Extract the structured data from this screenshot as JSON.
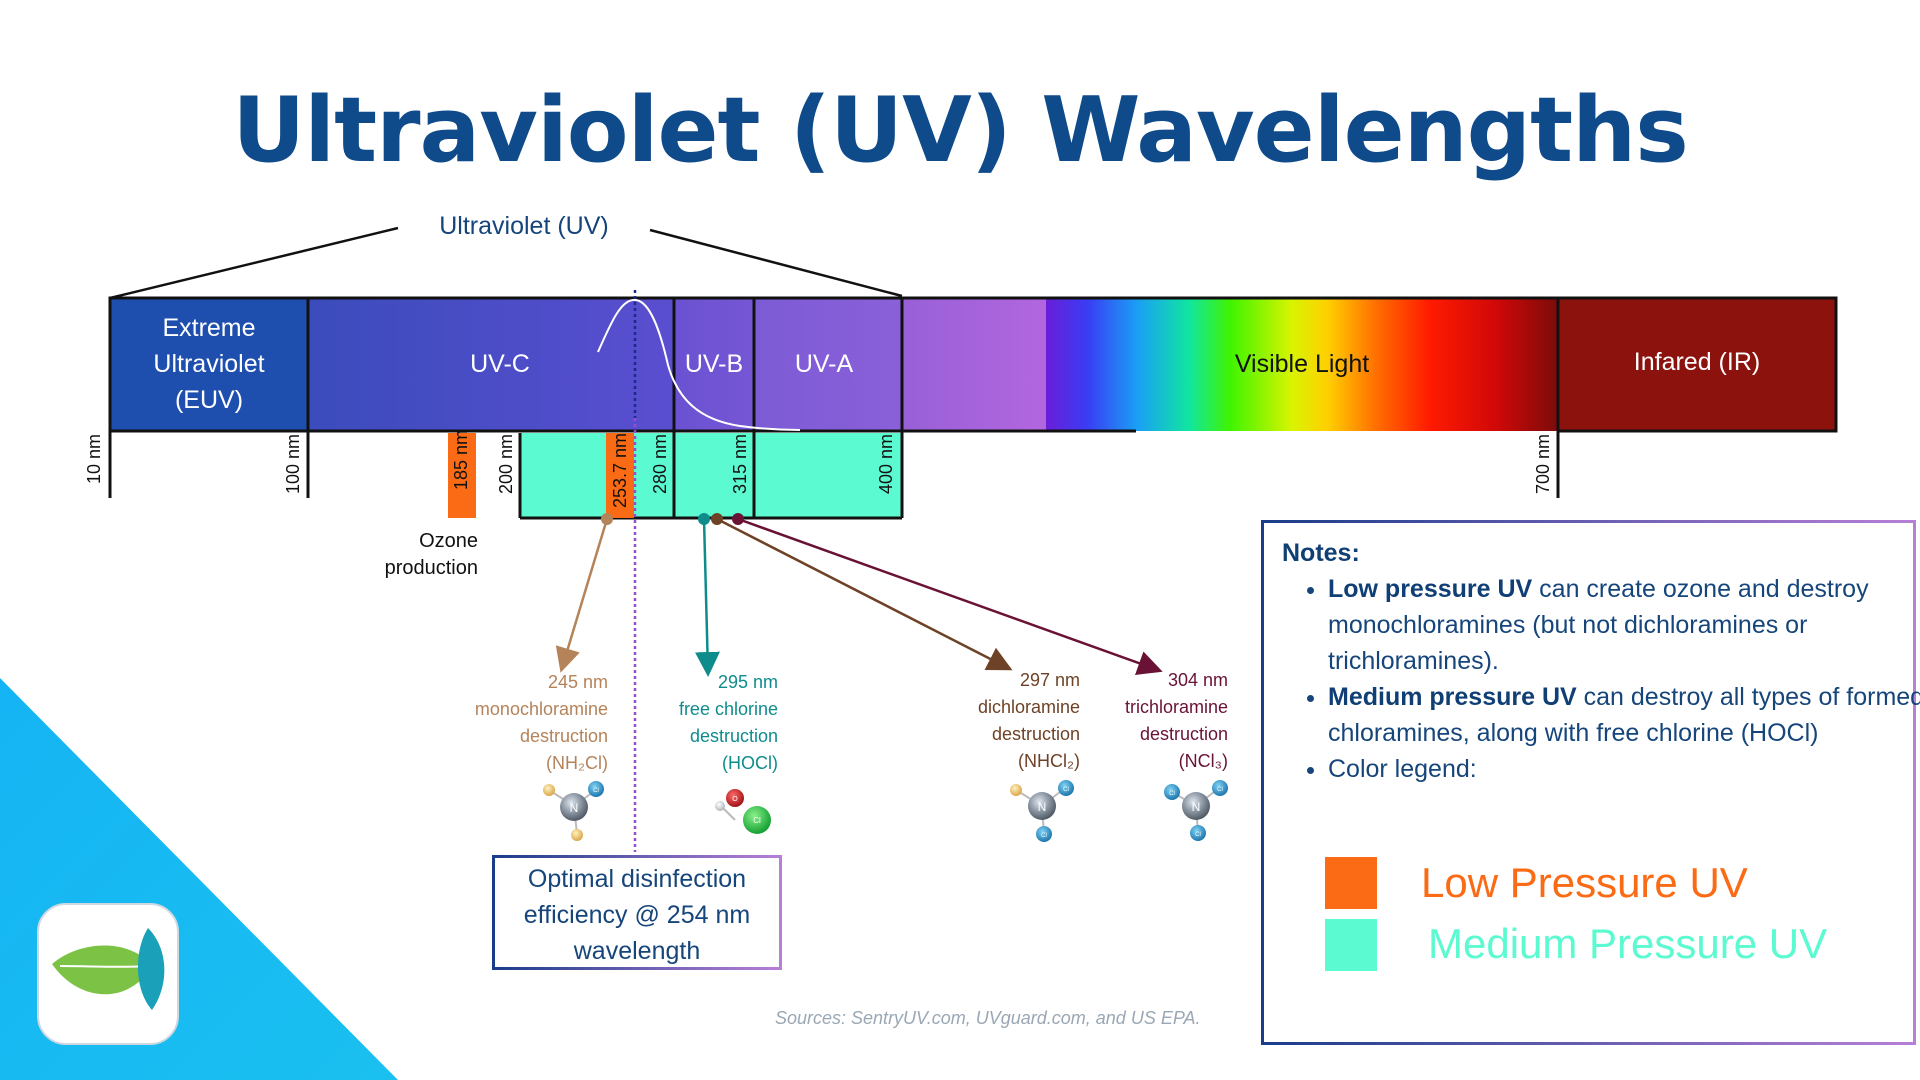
{
  "title": "Ultraviolet (UV) Wavelengths",
  "uv_bracket_label": "Ultraviolet (UV)",
  "bands": {
    "euv": "Extreme Ultraviolet (EUV)",
    "uvc": "UV-C",
    "uvb": "UV-B",
    "uva": "UV-A",
    "visible": "Visible Light",
    "ir": "Infared (IR)"
  },
  "ticks": {
    "t10": "10 nm",
    "t100": "100 nm",
    "t185": "185 nm",
    "t200": "200 nm",
    "t2537": "253.7 nm",
    "t280": "280 nm",
    "t315": "315 nm",
    "t400": "400 nm",
    "t700": "700 nm"
  },
  "ozone": {
    "line1": "Ozone",
    "line2": "production"
  },
  "annotations": {
    "mono": {
      "wl": "245 nm",
      "l1": "monochloramine",
      "l2": "destruction",
      "formula": "(NH₂Cl)"
    },
    "free": {
      "wl": "295 nm",
      "l1": "free chlorine",
      "l2": "destruction",
      "formula": "(HOCl)"
    },
    "di": {
      "wl": "297 nm",
      "l1": "dichloramine",
      "l2": "destruction",
      "formula": "(NHCl₂)"
    },
    "tri": {
      "wl": "304 nm",
      "l1": "trichloramine",
      "l2": "destruction",
      "formula": "(NCl₃)"
    }
  },
  "optimal_box": {
    "l1": "Optimal disinfection",
    "l2": "efficiency @ 254 nm",
    "l3": "wavelength"
  },
  "notes": {
    "heading": "Notes:",
    "b1_bold": "Low pressure UV",
    "b1_rest": " can create ozone and destroy monochloramines (but not dichloramines or trichloramines).",
    "b2_bold": "Medium pressure UV",
    "b2_rest": " can destroy all types of formed chloramines, along with free chlorine (HOCl)",
    "b3": "Color legend:"
  },
  "legend": {
    "low": "Low Pressure UV",
    "medium": "Medium Pressure UV"
  },
  "sources": "Sources: SentryUV.com, UVguard.com, and US EPA.",
  "molecule_atoms": {
    "n": "N",
    "cl": "Cl",
    "o": "O"
  },
  "colors": {
    "title": "#0f4a8a",
    "low_pressure": "#fb6a14",
    "medium_pressure": "#5cfad0",
    "euv": "#1f4fae",
    "uvc": "#3f4fc0",
    "uva": "#7f5fd6",
    "ir": "#8c120e",
    "corner": "#18b8f2",
    "mono": "#b5835a",
    "free": "#0e8c8c",
    "di": "#6e4226",
    "tri": "#6a1236"
  },
  "icons": {
    "logo": "leaf-logo-icon"
  }
}
